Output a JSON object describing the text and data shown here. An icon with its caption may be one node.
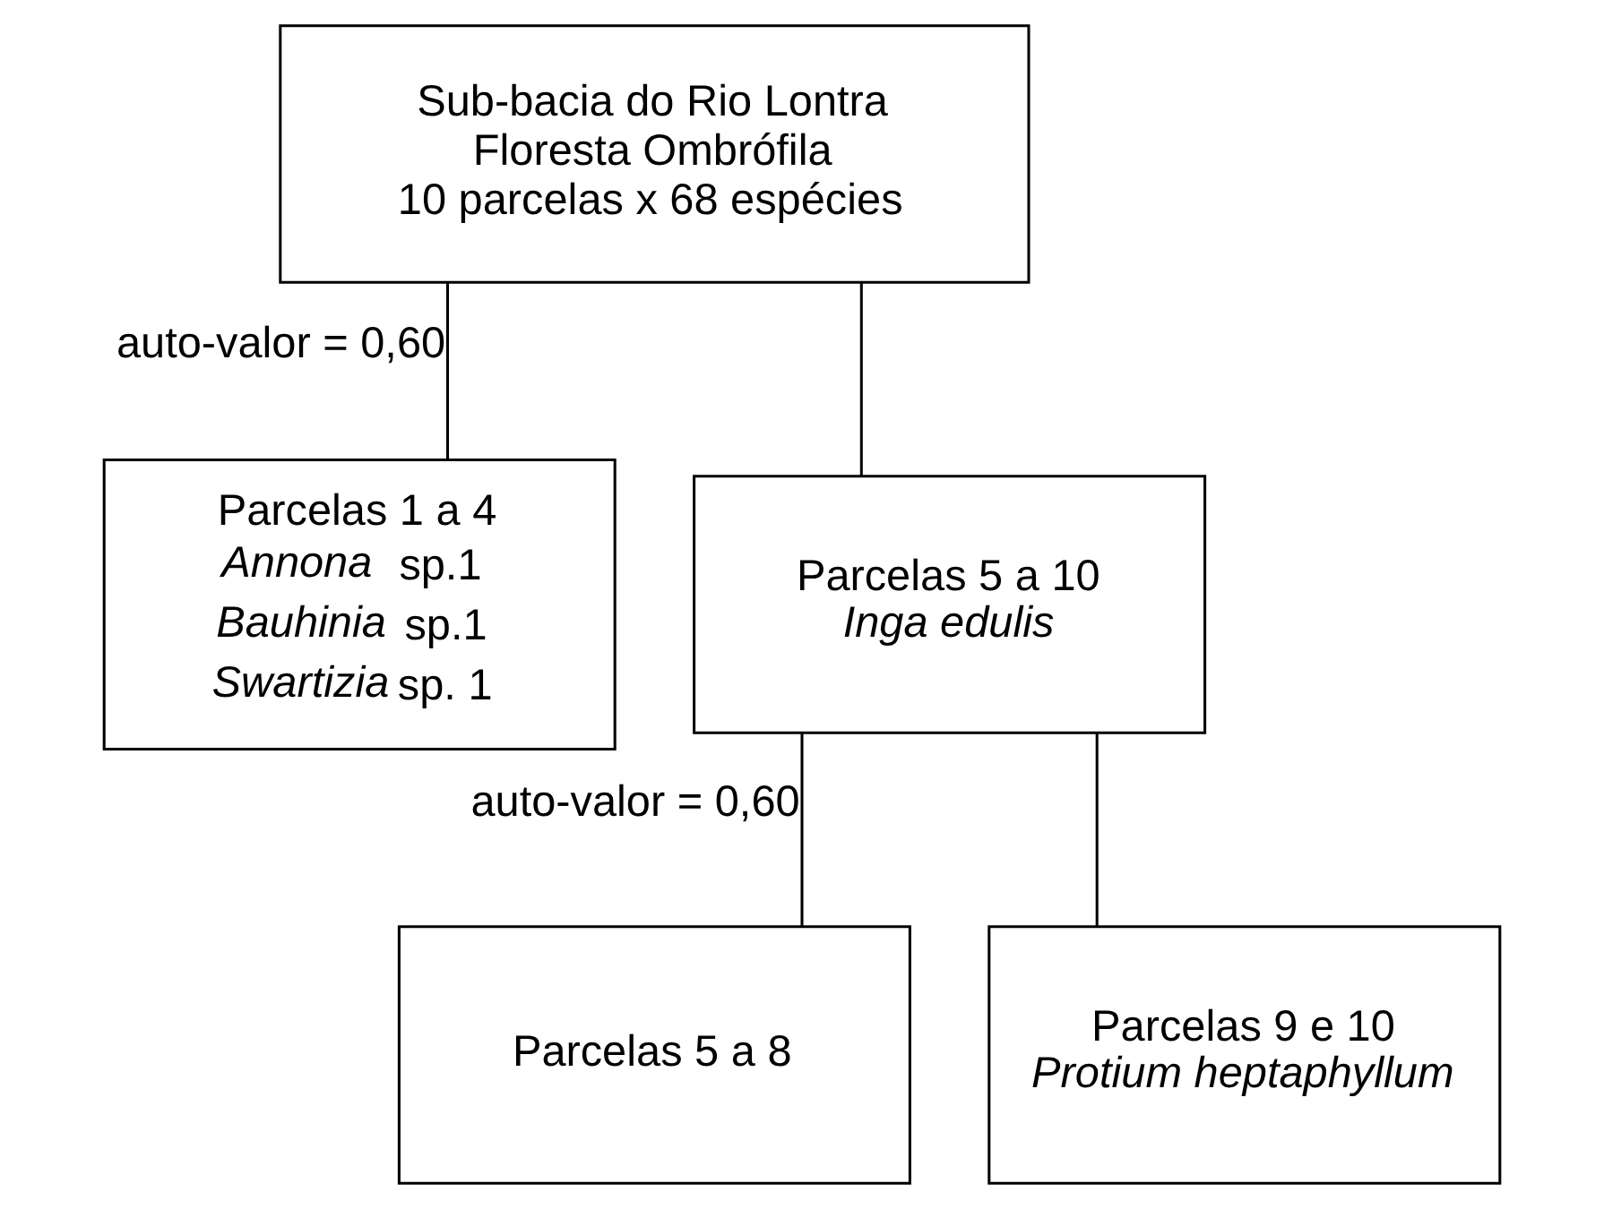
{
  "diagram": {
    "nodes": [
      {
        "text": [
          "Sub-bacia do Rio Lontra",
          "Floresta Ombrófila",
          "10 parcelas x 68 espécies"
        ]
      },
      {
        "text": [
          "Parcelas 1 a 4",
          "*Annona* sp.1",
          "*Bauhinia* sp.1",
          "*Swartizia* sp. 1"
        ]
      },
      {
        "text": [
          "Parcelas 5 a 10",
          "Inga edulis"
        ]
      },
      {
        "text": [
          "Parcelas 5 a 8"
        ]
      },
      {
        "text": [
          "Parcelas 9 e 10",
          "Protium heptaphyllum"
        ]
      }
    ],
    "edges": [
      {
        "from": 0,
        "to": 1,
        "arrow": "none",
        "label": "auto-valor = 0,60"
      },
      {
        "from": 0,
        "to": 2,
        "arrow": "none"
      },
      {
        "from": 2,
        "to": 3,
        "arrow": "none",
        "label": "auto-valor = 0,60"
      },
      {
        "from": 2,
        "to": 4,
        "arrow": "none"
      }
    ]
  }
}
